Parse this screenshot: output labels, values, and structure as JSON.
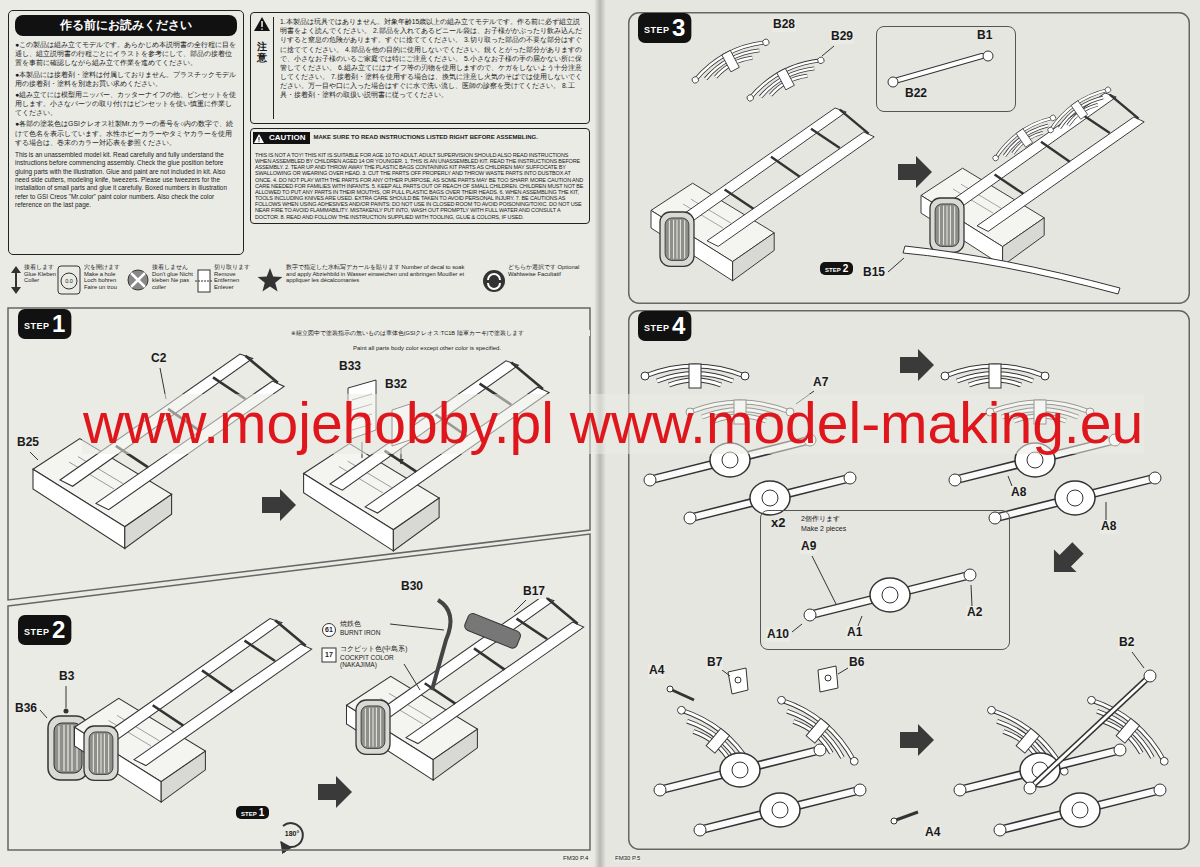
{
  "diagram": {
    "nodes": [
      {
        "text": [
          "作る前にお読みください",
          "●この製品は組み立てモデルです。あらかじめ本説明書の全行程に目を通し、組立説明書の行程ごとにイラストを参考にして、部品の接着位置を事前に確認しながら組み立て作業を進めてください。",
          "●本製品には接着剤・塗料は付属しておりません。プラスチックモデル用の接着剤・塗料を別途お買い求めください。",
          "●組み立てには模型用ニッパー、カッターナイフの他、ピンセットを使用します。小さなパーツの取り付けはピンセットを使い慎重に作業してください。",
          "●各部の塗装色はGSIクレオス社製Mr.カラーの番号を○内の数字で、続けて色名を表示しています。水性ホビーカラーやタミヤカラーを使用する場合は、巻末のカラー対応表を参照ください。",
          "This is an unassembled model kit. Read carefully and fully understand the instructions before commencing assembly. Check the glue position before gluing parts with the illustration. Glue and paint are not included in kit. Also need side cutters, modeling knife, tweezers. Please use tweezers for the installation of small parts and glue it carefully. Boxed numbers in illustration refer to GSI Creos \"Mr.color\" paint color numbers. Also check the color reference on the last page."
        ]
      },
      {
        "text": [
          "注意",
          "1.本製品は玩具ではありません。対象年齢15歳以上の組み立てモデルです。作る前に必ず組立説明書をよく読んでください。 2.部品を入れてあるビニール袋は、お子様がかぶったり飲み込んだりすると窒息の危険があります。すぐに捨ててください。 3.切り取った部品の不要な部分はすぐに捨ててください。 4.部品を他の目的に使用しないでください。鋭くとがった部分がありますので、小さなお子様のいるご家庭では特にご注意ください。 5.小さなお子様の手の届かない所に保管してください。 6.組み立てにはナイフ等の刃物を使用しますので、ケガをしないよう十分注意してください。 7.接着剤・塗料を使用する場合は、換気に注意し火気のそばでは使用しないでください。万一目や口に入った場合はすぐに水で洗い流し、医師の診察を受けてください。 8.工具・接着剤・塗料の取扱い説明書に従ってください。"
        ]
      },
      {
        "text": [
          "CAUTION",
          "MAKE SURE TO READ INSTRUCTIONS LISTED RIGHT BEFORE ASSEMBLING.",
          "THIS IS NOT A TOY! THIS KIT IS SUITABLE FOR AGE 10 TO ADULT. ADULT SUPERVISION SHOULD ALSO READ INSTRUCTIONS WHEN ASSEMBLED BY CHILDREN AGED 14 OR YOUNGER. 1. THIS IS AN UNASSEMBLED KIT. READ THE INSTRUCTIONS BEFORE ASSEMBLY. 2. TEAR UP AND THROW AWAY THE PLASTIC BAGS CONTAINING KIT PARTS AS CHILDREN MAY SUFFOCATE BY SWALLOWING OR WEARING OVER HEAD. 3. CUT THE PARTS OFF PROPERLY AND THROW WASTE PARTS INTO DUSTBOX AT ONCE. 4. DO NOT PLAY WITH THE PARTS FOR ANY OTHER PURPOSE, AS SOME PARTS MAY BE TOO SHARP. MORE CAUTION AND CARE NEEDED FOR FAMILIES WITH INFANTS. 5. KEEP ALL PARTS OUT OF REACH OF SMALL CHILDREN. CHILDREN MUST NOT BE ALLOWED TO PUT ANY PARTS IN THEIR MOUTHS, OR PULL PLASTIC BAGS OVER THEIR HEADS. 6. WHEN ASSEMBLING THE KIT, TOOLS INCLUDING KNIVES ARE USED. EXTRA CARE SHOULD BE TAKEN TO AVOID PERSONAL INJURY. 7. BE CAUTIONS AS FOLLOWS WHEN USING ADHESIVES AND/OR PAINTS: DO NOT USE IN CLOSED ROOM TO AVOID POISONING/TOXIC. DO NOT USE NEAR FIRE TO AVOID FLAMMABILITY. MISTAKENLY PUT INTO, WASH OUT PROMPTLY WITH FULL WATER AND CONSULT A DOCTOR. 8. READ AND FOLLOW THE INSTRUCTION SUPPLIED WITH TOOLING, GLUE & COLORS, IF USED."
        ]
      },
      {
        "text": [
          "STEP",
          "1"
        ]
      },
      {
        "text": [
          "STEP",
          "2"
        ]
      },
      {
        "text": [
          "STEP",
          "1"
        ],
        "in": 4
      },
      {
        "text": [
          "STEP",
          "3"
        ]
      },
      {
        "text": [
          "B1",
          "B22"
        ],
        "in": 6
      },
      {
        "text": [
          "STEP",
          "2"
        ],
        "in": 6
      },
      {
        "text": [
          "STEP",
          "4"
        ]
      },
      {
        "text": [
          "x2",
          "2個作ります",
          "Make 2 pieces"
        ],
        "in": 9
      }
    ],
    "labels": [
      "0.0",
      "※組立図中で塗装指示の無いものは車体色(GSIクレオス:TC1B 陸軍カーキ)で塗装します",
      "Paint all parts body color except other color is specified.",
      "B33",
      "B32",
      "C2",
      "B25",
      "B30",
      "B17",
      "61",
      "焼鉄色",
      "BURNT IRON",
      "17",
      "コクピット色(中島系)",
      "COCKPIT COLOR (NAKAJIMA)",
      "B3",
      "B36",
      "180°",
      "B28",
      "B29",
      "B15",
      "A7",
      "A8",
      "A8",
      "A9",
      "A10",
      "A1",
      "A2",
      "A4",
      "B7",
      "B6",
      "B2",
      "A4",
      "www.mojehobby.pl www.model-making.eu",
      "FM30 P.4",
      "FM30 P.5"
    ],
    "legend": [
      {
        "text": "接着します Glue Kleben Coller"
      },
      {
        "text": "穴を開けます Make a hole Loch bohren Faire un trou"
      },
      {
        "text": "接着しません Don't glue Nicht kleben Ne pas coller"
      },
      {
        "text": "切り取ります Remove Entfernen Enlever"
      },
      {
        "text": "数字で指定した水転写デカールを貼ります Number of decal to soak and apply Abziehbild in Wasser einweichen und anbringen Mouiller et appliquer les décalcomanies"
      },
      {
        "text": "どちらか選択です Optional Wahlweise Facultatif"
      }
    ]
  }
}
